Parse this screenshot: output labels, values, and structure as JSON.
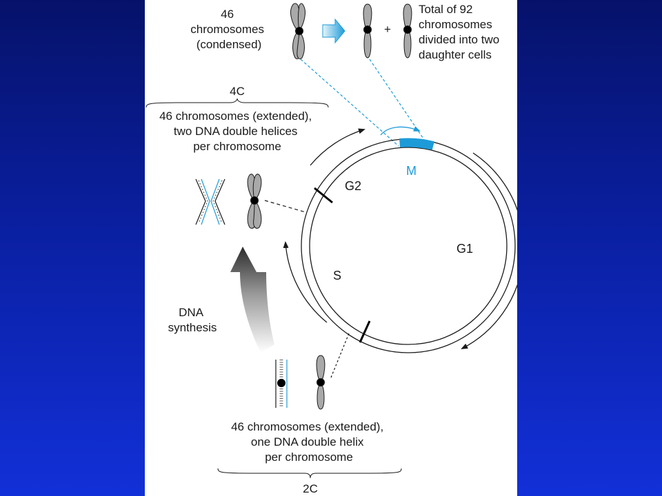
{
  "colors": {
    "background_top": "#06126a",
    "background_bottom": "#1230d8",
    "accent_blue": "#1d9bd8",
    "chromosome_fill": "#a9a9a9"
  },
  "top": {
    "left_label": [
      "46",
      "chromosomes",
      "(condensed)"
    ],
    "plus": "+",
    "right_label": [
      "Total of 92",
      "chromosomes",
      "divided into two",
      "daughter cells"
    ]
  },
  "four_c": {
    "label": "4C",
    "desc": [
      "46 chromosomes (extended),",
      "two DNA double helices",
      "per chromosome"
    ]
  },
  "phases": {
    "m": "M",
    "g2": "G2",
    "g1": "G1",
    "s": "S"
  },
  "synthesis": [
    "DNA",
    "synthesis"
  ],
  "two_c": {
    "desc": [
      "46 chromosomes (extended),",
      "one DNA double helix",
      "per chromosome"
    ],
    "label": "2C"
  }
}
